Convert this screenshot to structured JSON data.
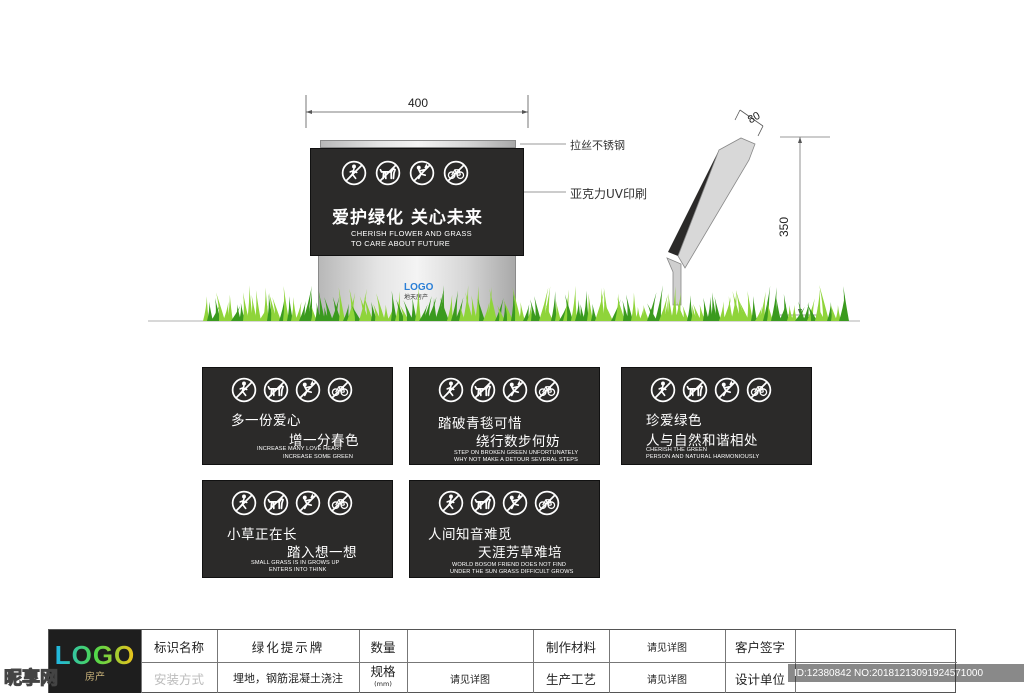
{
  "dimensions": {
    "width_label": "400",
    "depth_label": "80",
    "height_label": "350"
  },
  "callouts": {
    "top_material": "拉丝不锈钢",
    "panel_material": "亚克力UV印刷"
  },
  "main_sign": {
    "title": "爱护绿化  关心未来",
    "english_line1": "CHERISH FLOWER  AND  GRASS",
    "english_line2": "TO CARE ABOUT  FUTURE",
    "logo_text": "LOGO",
    "logo_sub": "地天房产"
  },
  "icon_names": [
    "no-trampling-icon",
    "no-dogs-icon",
    "no-picking-icon",
    "no-cycling-icon"
  ],
  "signs": [
    {
      "line1": "多一份爱心",
      "line2": "增一分春色",
      "en1": "INCREASE MANY LOVE HEART",
      "en2": "INCREASE SOME GREEN"
    },
    {
      "line1": "踏破青毯可惜",
      "line2": "绕行数步何妨",
      "en1": "STEP ON BROKEN GREEN UNFORTUNATELY",
      "en2": "WHY NOT MAKE A DETOUR SEVERAL STEPS"
    },
    {
      "line1": "珍爱绿色",
      "line2": "人与自然和谐相处",
      "en1": "CHERISH THE GREEN",
      "en2": "PERSON AND NATURAL HARMONIOUSLY"
    },
    {
      "line1": "小草正在长",
      "line2": "踏入想一想",
      "en1": "SMALL GRASS IS IN GROWS UP",
      "en2": "ENTERS INTO THINK"
    },
    {
      "line1": "人间知音难觅",
      "line2": "天涯芳草难培",
      "en1": "WORLD BOSOM FRIEND DOES NOT FIND",
      "en2": "UNDER THE SUN GRASS DIFFICULT GROWS"
    }
  ],
  "title_block": {
    "logo": "LOGO",
    "logo_sub": "房产",
    "name_label": "标识名称",
    "name_value": "绿化提示牌",
    "install_label": "安装方式",
    "install_value": "埋地，钢筋混凝土浇注",
    "qty_label": "数量",
    "qty_value": "",
    "spec_label": "规格",
    "spec_unit": "(mm)",
    "spec_value": "请见详图",
    "material_label": "制作材料",
    "material_value": "请见详图",
    "process_label": "生产工艺",
    "process_value": "请见详图",
    "client_label": "客户签字",
    "client_value": "",
    "design_label": "设计单位",
    "design_value": ""
  },
  "watermark": {
    "site": "昵享网",
    "text": "ID:12380842 NO:20181213091924571000"
  },
  "colors": {
    "panel": "#2b2a29",
    "grass_dark": "#3a9a1e",
    "grass_light": "#8fd43a"
  }
}
